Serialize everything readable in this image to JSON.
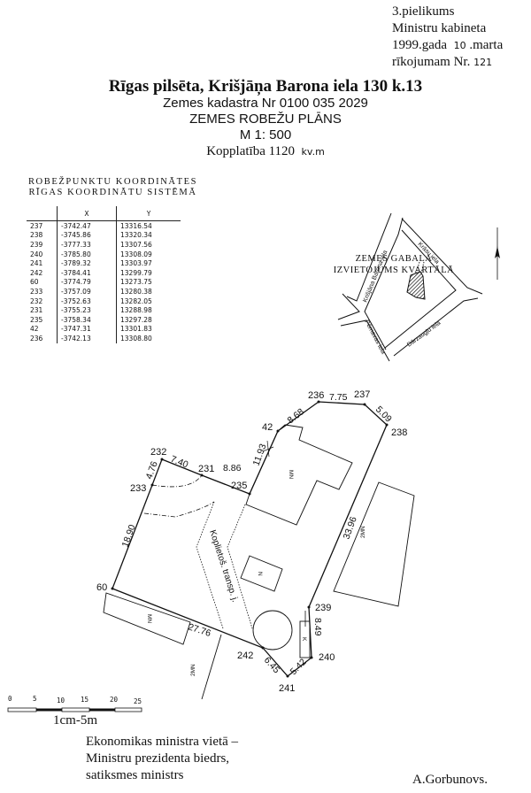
{
  "annex": {
    "line1": "3.pielikums",
    "line2": "Ministru kabineta",
    "line3_prefix": "1999.gada",
    "day": "10",
    "line3_suffix": ".marta",
    "line4_prefix": "rīkojumam Nr.",
    "number": "121"
  },
  "titles": {
    "address": "Rīgas pilsēta, Krišjāņa Barona iela 130 k.13",
    "cadastre": "Zemes kadastra Nr 0100 035 2029",
    "plan": "ZEMES ROBEŽU PLĀNS",
    "scale": "M 1: 500",
    "area_label": "Kopplatība 1120",
    "area_unit": "kv.m"
  },
  "coordinates": {
    "heading1": "ROBEŽPUNKTU KOORDINĀTES",
    "heading2": "RĪGAS KOORDINĀTU SISTĒMĀ",
    "columns": [
      "",
      "X",
      "Y"
    ],
    "rows": [
      [
        "237",
        "-3742.47",
        "13316.54"
      ],
      [
        "238",
        "-3745.86",
        "13320.34"
      ],
      [
        "239",
        "-3777.33",
        "13307.56"
      ],
      [
        "240",
        "-3785.80",
        "13308.09"
      ],
      [
        "241",
        "-3789.32",
        "13303.97"
      ],
      [
        "242",
        "-3784.41",
        "13299.79"
      ],
      [
        "60",
        "-3774.79",
        "13273.75"
      ],
      [
        "233",
        "-3757.09",
        "13280.38"
      ],
      [
        "232",
        "-3752.63",
        "13282.05"
      ],
      [
        "231",
        "-3755.23",
        "13288.98"
      ],
      [
        "235",
        "-3758.34",
        "13297.28"
      ],
      [
        "42",
        "-3747.31",
        "13301.83"
      ],
      [
        "236",
        "-3742.13",
        "13308.80"
      ]
    ]
  },
  "location_map": {
    "heading1": "ZEMES GABALA",
    "heading2": "IZVIETOJUMS KVARTĀLĀ",
    "streets": [
      "Krišjāņa Barona iela",
      "Krāsu iela",
      "Pērnavas iela",
      "Dārzaugļu iela"
    ]
  },
  "plan": {
    "points": {
      "p236": "236",
      "p237": "237",
      "p238": "238",
      "p239": "239",
      "p240": "240",
      "p241": "241",
      "p242": "242",
      "p60": "60",
      "p233": "233",
      "p232": "232",
      "p231": "231",
      "p235": "235",
      "p42": "42"
    },
    "distances": {
      "d236_237": "7.75",
      "d237_238": "5.09",
      "d42_236": "8.68",
      "d235_42": "11.93",
      "d232_231": "7.40",
      "d231_235": "8.86",
      "d233_232": "4.76",
      "d60_233": "18.90",
      "d60_242": "27.76",
      "d242_241": "6.45",
      "d241_240": "5.42",
      "d239_240": "8.49",
      "d238_239": "33.96"
    },
    "buildings": {
      "mn_main": "MN",
      "mn_left": "MN",
      "n": "N",
      "twomn_right": "2MN",
      "twomn_bottom": "2MN",
      "k": "K"
    },
    "easement": "Koplietoš. transp. j."
  },
  "scale_bar": {
    "ticks": [
      "0",
      "5",
      "10",
      "15",
      "20",
      "25"
    ],
    "label": "1cm-5m"
  },
  "footer": {
    "line1": "Ekonomikas ministra vietā –",
    "line2": "Ministru prezidenta biedrs,",
    "line3": "satiksmes ministrs",
    "signature": "A.Gorbunovs."
  }
}
